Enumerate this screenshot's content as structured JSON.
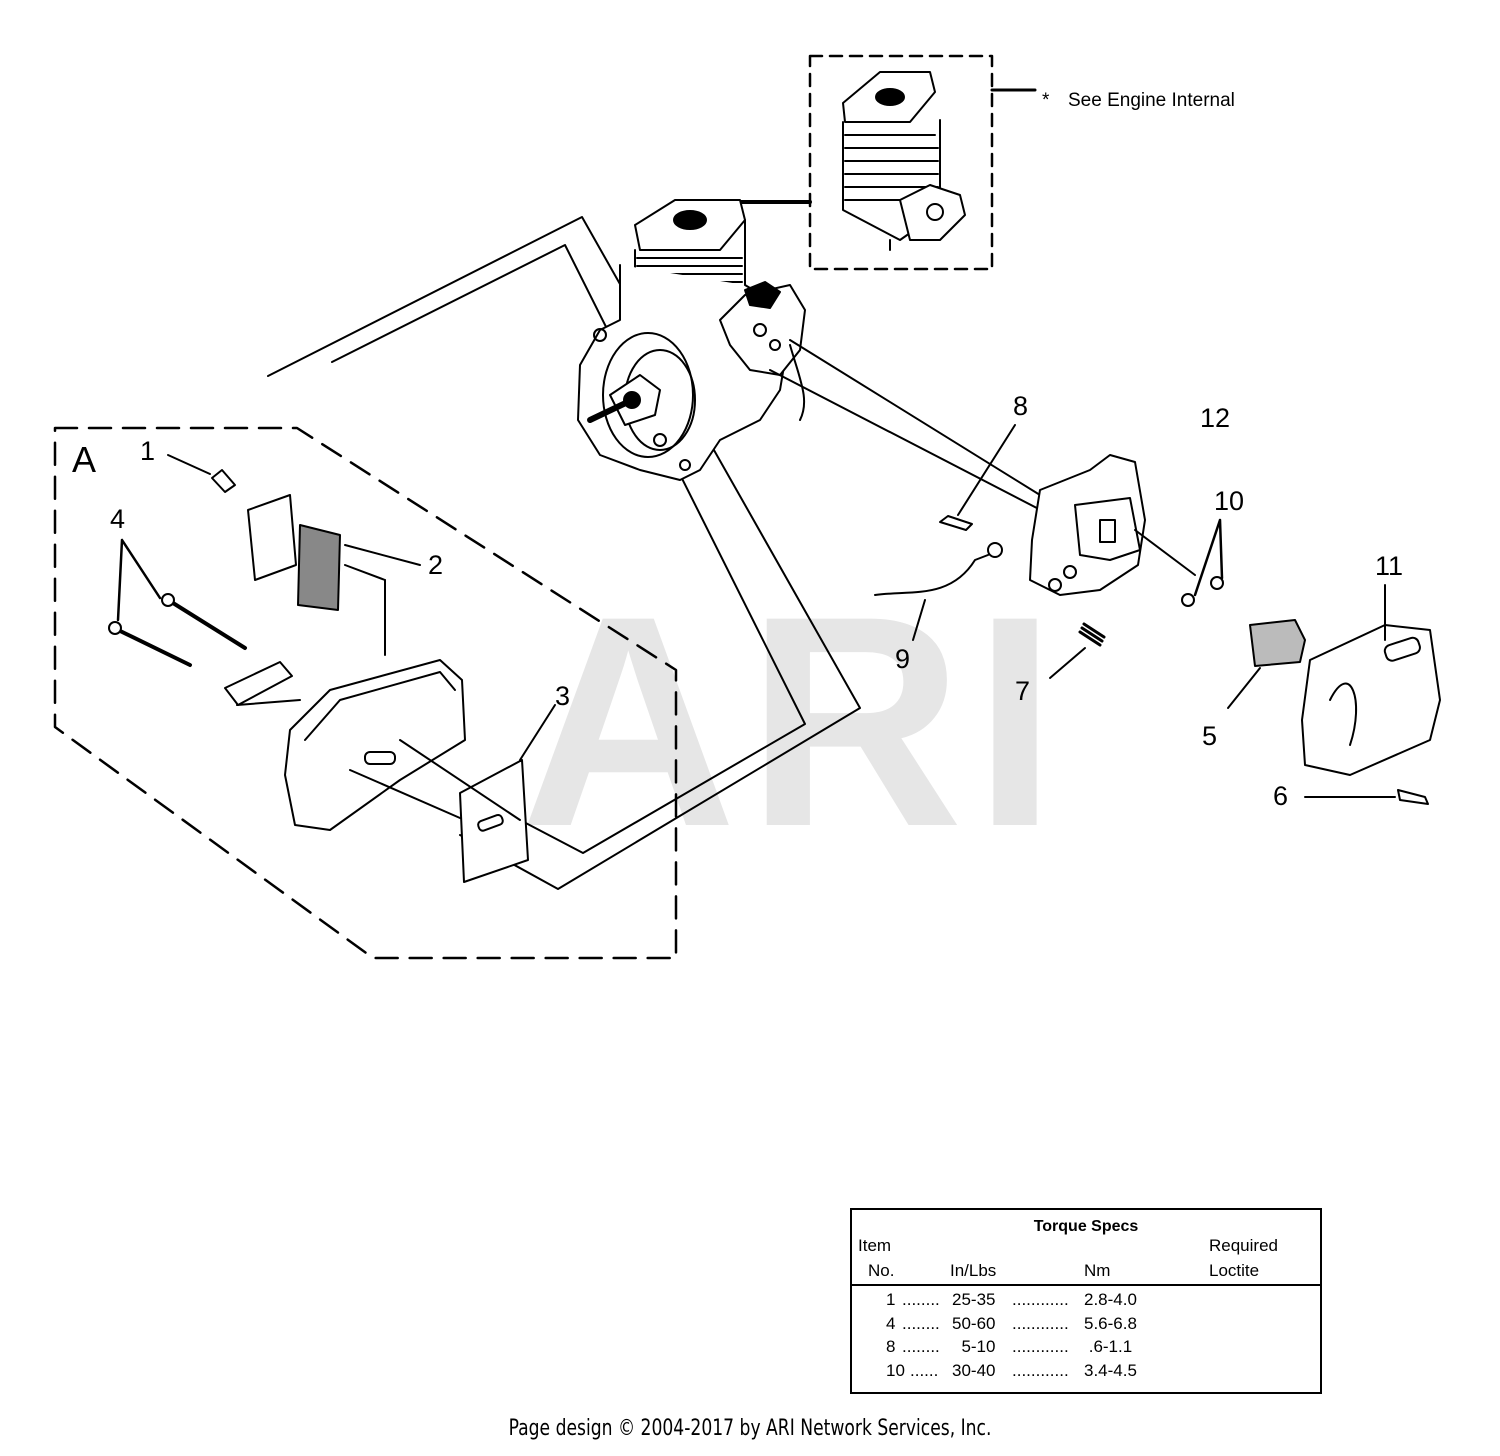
{
  "watermark": "ARI",
  "group_label": "A",
  "note": {
    "asterisk": "*",
    "text": "See Engine Internal"
  },
  "callouts": {
    "c1": "1",
    "c2": "2",
    "c3": "3",
    "c4": "4",
    "c5": "5",
    "c6": "6",
    "c7": "7",
    "c8": "8",
    "c9": "9",
    "c10": "10",
    "c11": "11",
    "c12": "12"
  },
  "torque_table": {
    "title": "Torque Specs",
    "header": {
      "item_line1": "Item",
      "item_line2": "No.",
      "inlbs": "In/Lbs",
      "nm": "Nm",
      "loctite_line1": "Required",
      "loctite_line2": "Loctite"
    },
    "rows": [
      {
        "item": "1",
        "dots1": "........",
        "inlbs": "25-35",
        "dots2": "............",
        "nm": "2.8-4.0"
      },
      {
        "item": "4",
        "dots1": "........",
        "inlbs": "50-60",
        "dots2": "............",
        "nm": "5.6-6.8"
      },
      {
        "item": "8",
        "dots1": "........",
        "inlbs": "  5-10",
        "dots2": "............",
        "nm": " .6-1.1"
      },
      {
        "item": "10",
        "dots1": "......",
        "inlbs": "30-40",
        "dots2": "............",
        "nm": "3.4-4.5"
      }
    ]
  },
  "footer": "Page design © 2004-2017 by ARI Network Services, Inc."
}
